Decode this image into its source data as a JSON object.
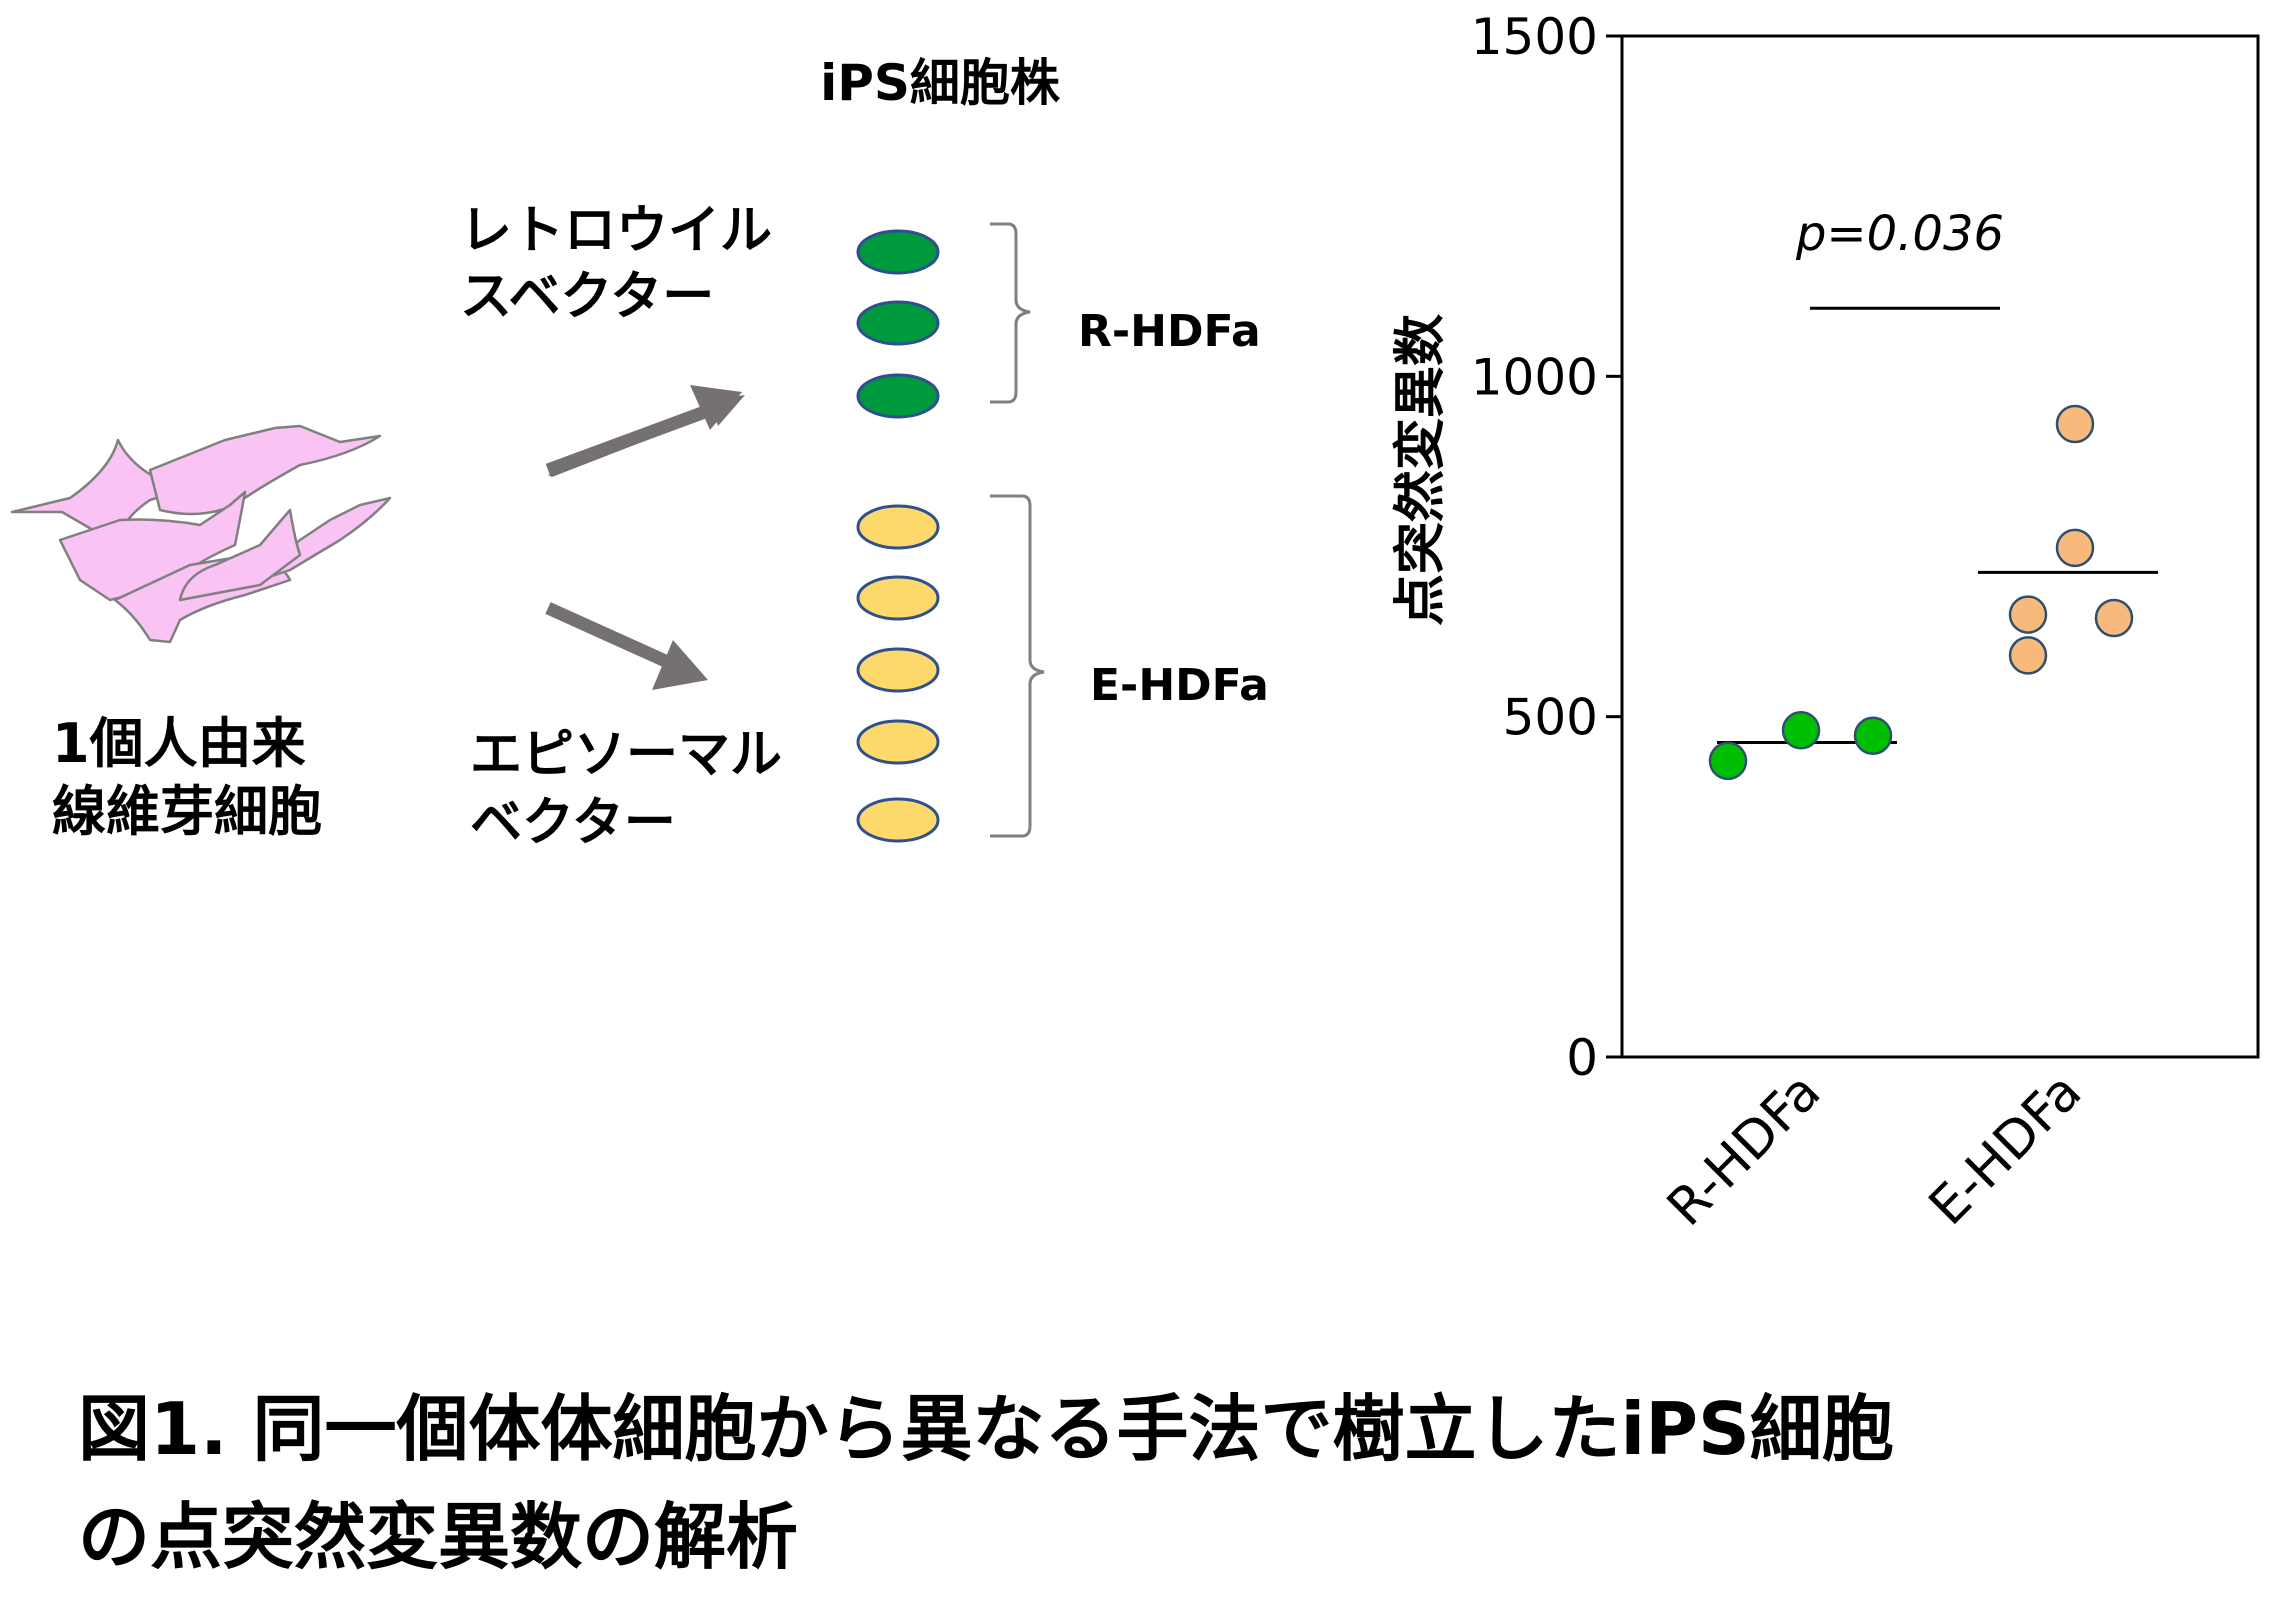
{
  "diagram": {
    "title": "iPS細胞株",
    "source_label_lines": [
      "1個人由来",
      "線維芽細胞"
    ],
    "retro_label_lines": [
      "レトロウイル",
      "スベクター"
    ],
    "episomal_label_lines": [
      "エピソーマル",
      "ベクター"
    ],
    "group_r_label": "R-HDFa",
    "group_e_label": "E-HDFa",
    "colors": {
      "cells": "#f9c3f3",
      "green": "#009a3e",
      "yellow": "#fcd96a",
      "arrow": "#767171",
      "outline": "#2f4f8f"
    }
  },
  "chart_data": {
    "type": "scatter",
    "ylabel": "点突然変異数",
    "ylim": [
      0,
      1500
    ],
    "yticks": [
      "0",
      "500",
      "1000",
      "1500"
    ],
    "categories": [
      "R-HDFa",
      "E-HDFa"
    ],
    "series": [
      {
        "category": "R-HDFa",
        "values": [
          435,
          480,
          472
        ],
        "median": 462,
        "color": "#00bf00"
      },
      {
        "category": "E-HDFa",
        "values": [
          930,
          748,
          650,
          590,
          645
        ],
        "median": 712,
        "color": "#f8b97d"
      }
    ],
    "annotation": "p=0.036",
    "grid": false
  },
  "caption": {
    "line1": "図1. 同一個体体細胞から異なる手法で樹立したiPS細胞",
    "line2": "の点突然変異数の解析"
  }
}
